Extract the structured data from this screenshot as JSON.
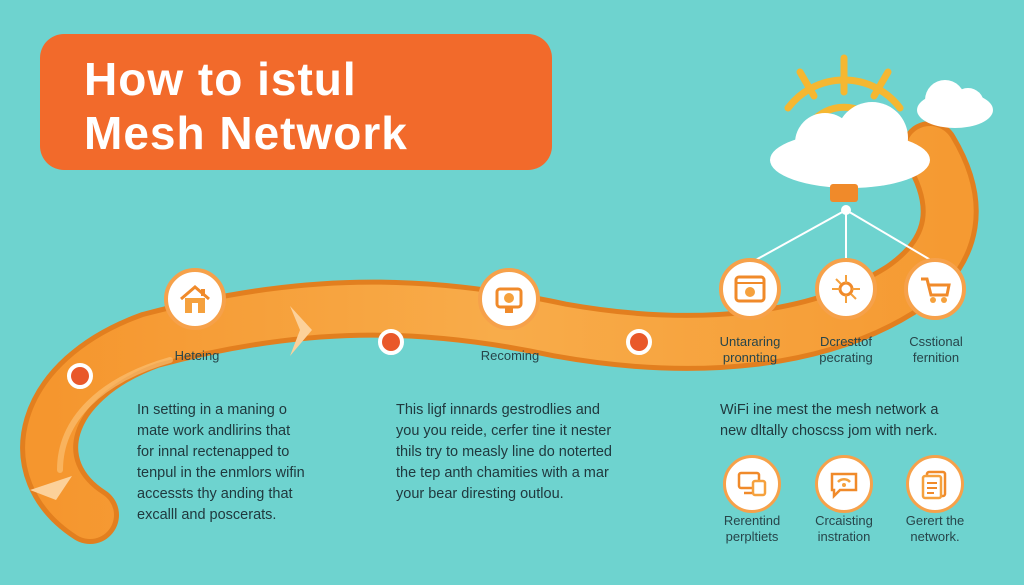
{
  "title": {
    "line1": "How to istul",
    "line2": "Mesh Network"
  },
  "steps": [
    {
      "icon": "house-icon",
      "label": "Heteing"
    },
    {
      "icon": "router-icon",
      "label": "Recoming"
    },
    {
      "icon": "browser-gear-icon",
      "label_lines": [
        "Untararing",
        "pronnting"
      ]
    },
    {
      "icon": "network-node-icon",
      "label_lines": [
        "Dcresttof",
        "pecrating"
      ]
    },
    {
      "icon": "cart-icon",
      "label_lines": [
        "Csstional",
        "fernition"
      ]
    }
  ],
  "paragraphs": [
    {
      "lines": [
        "In setting in a maning o",
        "mate work andlirins that",
        "for innal rectenapped to",
        "tenpul in the enmlors wifin",
        "accessts thy anding that",
        "excalll and poscerats."
      ]
    },
    {
      "lines": [
        "This ligf innards gestrodlies and",
        "you you reide, cerfer tine it nester",
        "thils try to measly line do noterted",
        "the tep anth chamities with a mar",
        "your bear diresting outlou."
      ]
    },
    {
      "lines": [
        "WiFi ine mest the mesh network a",
        "new dltally choscss jom with nerk."
      ]
    }
  ],
  "bottom_items": [
    {
      "icon": "devices-icon",
      "label_lines": [
        "Rerentind",
        "perpltiets"
      ]
    },
    {
      "icon": "chat-wifi-icon",
      "label_lines": [
        "Crcaisting",
        "instration"
      ]
    },
    {
      "icon": "document-icon",
      "label_lines": [
        "Gerert the",
        "network."
      ]
    }
  ],
  "colors": {
    "background": "#6ed3cf",
    "title_box": "#f26a2b",
    "path": "#f7a240",
    "accent_dot": "#e9582a",
    "icon": "#f08a2a",
    "cloud": "#ffffff",
    "signal": "#f5b731"
  }
}
